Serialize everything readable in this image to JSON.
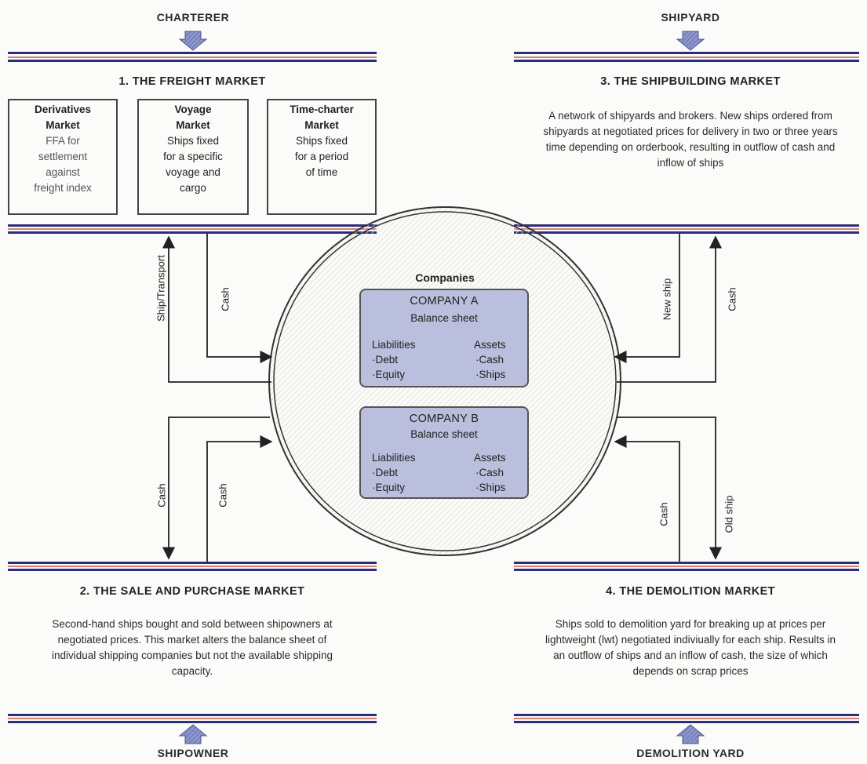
{
  "actors": {
    "charterer": "CHARTERER",
    "shipyard": "SHIPYARD",
    "shipowner": "SHIPOWNER",
    "demolition_yard": "DEMOLITION YARD"
  },
  "markets": {
    "freight": {
      "title": "1. THE FREIGHT MARKET",
      "submarkets": [
        {
          "title_lines": [
            "Derivatives",
            "Market"
          ],
          "desc_lines": [
            "FFA for",
            "settlement",
            "against",
            "freight index"
          ]
        },
        {
          "title_lines": [
            "Voyage",
            "Market"
          ],
          "desc_lines": [
            "Ships fixed",
            "for a specific",
            "voyage and",
            "cargo"
          ]
        },
        {
          "title_lines": [
            "Time-charter",
            "Market"
          ],
          "desc_lines": [
            "Ships fixed",
            "for a period",
            "of time"
          ]
        }
      ]
    },
    "sale_purchase": {
      "title": "2. THE SALE AND PURCHASE MARKET",
      "description": "Second-hand ships bought and sold between shipowners at negotiated prices. This market alters the balance sheet of individual shipping companies but not the available shipping capacity."
    },
    "shipbuilding": {
      "title": "3. THE SHIPBUILDING MARKET",
      "description": "A network of shipyards and brokers. New ships ordered from shipyards at negotiated prices for delivery in two or three years time depending on orderbook, resulting in outflow of cash and inflow of ships"
    },
    "demolition": {
      "title": "4. THE DEMOLITION MARKET",
      "description": "Ships sold to demolition yard for breaking up at prices per lightweight (lwt) negotiated indiviually for each ship. Results in an outflow of ships and an inflow of cash, the size of which depends on scrap prices"
    }
  },
  "companies": {
    "heading": "Companies",
    "list": [
      {
        "name": "COMPANY A",
        "subtitle": "Balance sheet",
        "liabilities_label": "Liabilities",
        "liabilities": [
          "·Debt",
          "·Equity"
        ],
        "assets_label": "Assets",
        "assets": [
          "·Cash",
          "·Ships"
        ]
      },
      {
        "name": "COMPANY B",
        "subtitle": "Balance sheet",
        "liabilities_label": "Liabilities",
        "liabilities": [
          "·Debt",
          "·Equity"
        ],
        "assets_label": "Assets",
        "assets": [
          "·Cash",
          "·Ships"
        ]
      }
    ]
  },
  "flows": {
    "freight_to_companies": "Cash",
    "companies_to_freight": "Ship/Transport",
    "shipbuilding_to_companies": "New ship",
    "companies_to_shipbuilding": "Cash",
    "companies_to_sp": "Cash",
    "sp_to_companies": "Cash",
    "demolition_to_companies": "Cash",
    "companies_to_demolition": "Old ship"
  },
  "colors": {
    "band_primary": "#2b2f7a",
    "band_accent_red": "#c8473c",
    "band_accent_gold": "#d4b24a",
    "company_fill": "#b9bfdc",
    "arrow_fill": "#7b86c4"
  }
}
